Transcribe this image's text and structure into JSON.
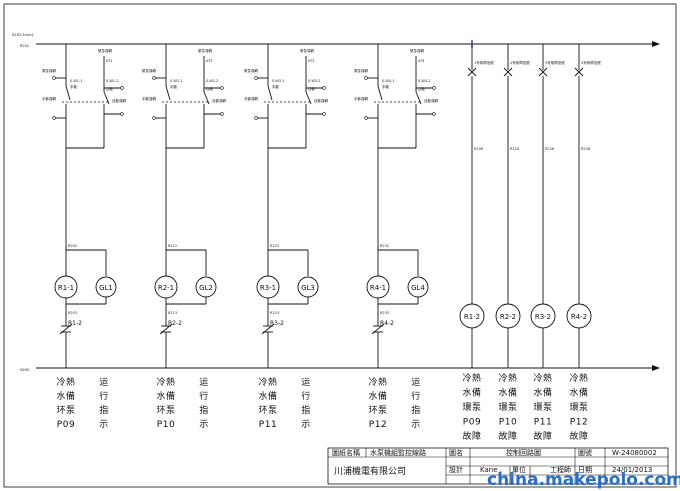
{
  "bus": {
    "top_source": "R1R2.5mm2",
    "top_label": "R201",
    "bottom_label": "N200"
  },
  "pump_columns": [
    {
      "switch_left": "S.W1-1",
      "switch_right": "S.W1-2",
      "manual_label": "手動運轉",
      "auto_label": "自動運轉",
      "manual_mode": "手動",
      "auto_mode": "自動",
      "top_note": "緊急運轉",
      "wire_top": "AT1",
      "wire_mid": "R202",
      "wire_low": "R203",
      "relay": "R1-1",
      "lamp": "GL1",
      "contact": "R1-2",
      "desc": [
        "冷熱",
        "水備",
        "环泵",
        "P09"
      ],
      "desc2": [
        "运",
        "行",
        "指",
        "示"
      ]
    },
    {
      "switch_left": "S.W2-1",
      "switch_right": "S.W2-2",
      "manual_label": "手動運轉",
      "auto_label": "自動運轉",
      "manual_mode": "手動",
      "auto_mode": "自動",
      "top_note": "緊急運轉",
      "wire_top": "AT2",
      "wire_mid": "R212",
      "wire_low": "R213",
      "relay": "R2-1",
      "lamp": "GL2",
      "contact": "R2-2",
      "desc": [
        "冷熱",
        "水備",
        "环泵",
        "P10"
      ],
      "desc2": [
        "运",
        "行",
        "指",
        "示"
      ]
    },
    {
      "switch_left": "S.W3-1",
      "switch_right": "S.W3-2",
      "manual_label": "手動運轉",
      "auto_label": "自動運轉",
      "manual_mode": "手動",
      "auto_mode": "自動",
      "top_note": "緊急運轉",
      "wire_top": "AT3",
      "wire_mid": "R222",
      "wire_low": "R223",
      "relay": "R3-1",
      "lamp": "GL3",
      "contact": "R3-2",
      "desc": [
        "冷熱",
        "水備",
        "环泵",
        "P11"
      ],
      "desc2": [
        "运",
        "行",
        "指",
        "示"
      ]
    },
    {
      "switch_left": "S.W4-1",
      "switch_right": "S.W4-2",
      "manual_label": "手動運轉",
      "auto_label": "自動運轉",
      "manual_mode": "手動",
      "auto_mode": "自動",
      "top_note": "緊急運轉",
      "wire_top": "AT4",
      "wire_mid": "R232",
      "wire_low": "R233",
      "relay": "R4-1",
      "lamp": "GL4",
      "contact": "R4-2",
      "desc": [
        "冷熱",
        "水備",
        "环泵",
        "P12"
      ],
      "desc2": [
        "运",
        "行",
        "指",
        "示"
      ]
    }
  ],
  "fault_columns": [
    {
      "input": "1号故障信號",
      "wire": "R206",
      "relay": "R1-2",
      "desc": [
        "冷熱",
        "水備",
        "環泵",
        "P09",
        "故障"
      ]
    },
    {
      "input": "2号故障信號",
      "wire": "R216",
      "relay": "R2-2",
      "desc": [
        "冷熱",
        "水備",
        "環泵",
        "P10",
        "故障"
      ]
    },
    {
      "input": "3号故障信號",
      "wire": "R226",
      "relay": "R3-2",
      "desc": [
        "冷熱",
        "水備",
        "環泵",
        "P11",
        "故障"
      ]
    },
    {
      "input": "4号故障信號",
      "wire": "R236",
      "relay": "R4-2",
      "desc": [
        "冷熱",
        "水備",
        "環泵",
        "P12",
        "故障"
      ]
    }
  ],
  "title_block": {
    "project_label": "圖紙名稱",
    "project_value": "水泵機組監控線路",
    "company": "川浦機電有限公司",
    "sheet_label": "圖名",
    "sheet_value": "控制回路圖",
    "design_label": "設計",
    "design_value": "Kane .",
    "unit_label": "單位",
    "engineer_label": "工程師",
    "no_label": "圖號",
    "no_value": "W-24080002",
    "date_label": "日期",
    "date_value": "24/01/2013"
  },
  "watermark": {
    "text": "china.makepolo.com"
  }
}
